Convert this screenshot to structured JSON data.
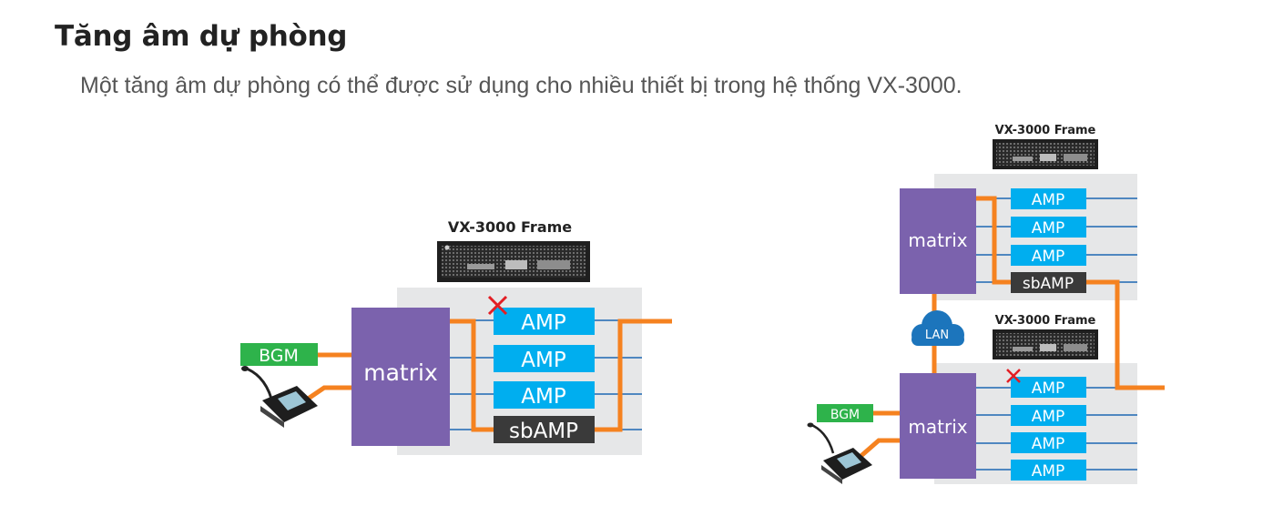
{
  "header": {
    "title": "Tăng âm dự phòng",
    "subtitle": "Một tăng âm dự phòng có thể được sử dụng cho nhiều thiết bị trong hệ thống VX-3000."
  },
  "colors": {
    "matrix": "#7b62ad",
    "amp": "#00aeef",
    "sbamp": "#3a3a3a",
    "bgm": "#2eb34b",
    "wire": "#f58220",
    "bus": "#4f87c0",
    "panel": "#e6e7e8",
    "fail_mark": "#e31e24",
    "lan": "#1c75bc"
  },
  "diagram_left": {
    "frame_label": "VX-3000 Frame",
    "matrix_label": "matrix",
    "bgm_label": "BGM",
    "amps": [
      "AMP",
      "AMP",
      "AMP"
    ],
    "standby_label": "sbAMP"
  },
  "diagram_right": {
    "top": {
      "frame_label": "VX-3000 Frame",
      "matrix_label": "matrix",
      "amps": [
        "AMP",
        "AMP",
        "AMP"
      ],
      "standby_label": "sbAMP"
    },
    "lan_label": "LAN",
    "bottom": {
      "frame_label": "VX-3000 Frame",
      "matrix_label": "matrix",
      "bgm_label": "BGM",
      "amps": [
        "AMP",
        "AMP",
        "AMP",
        "AMP"
      ]
    }
  }
}
